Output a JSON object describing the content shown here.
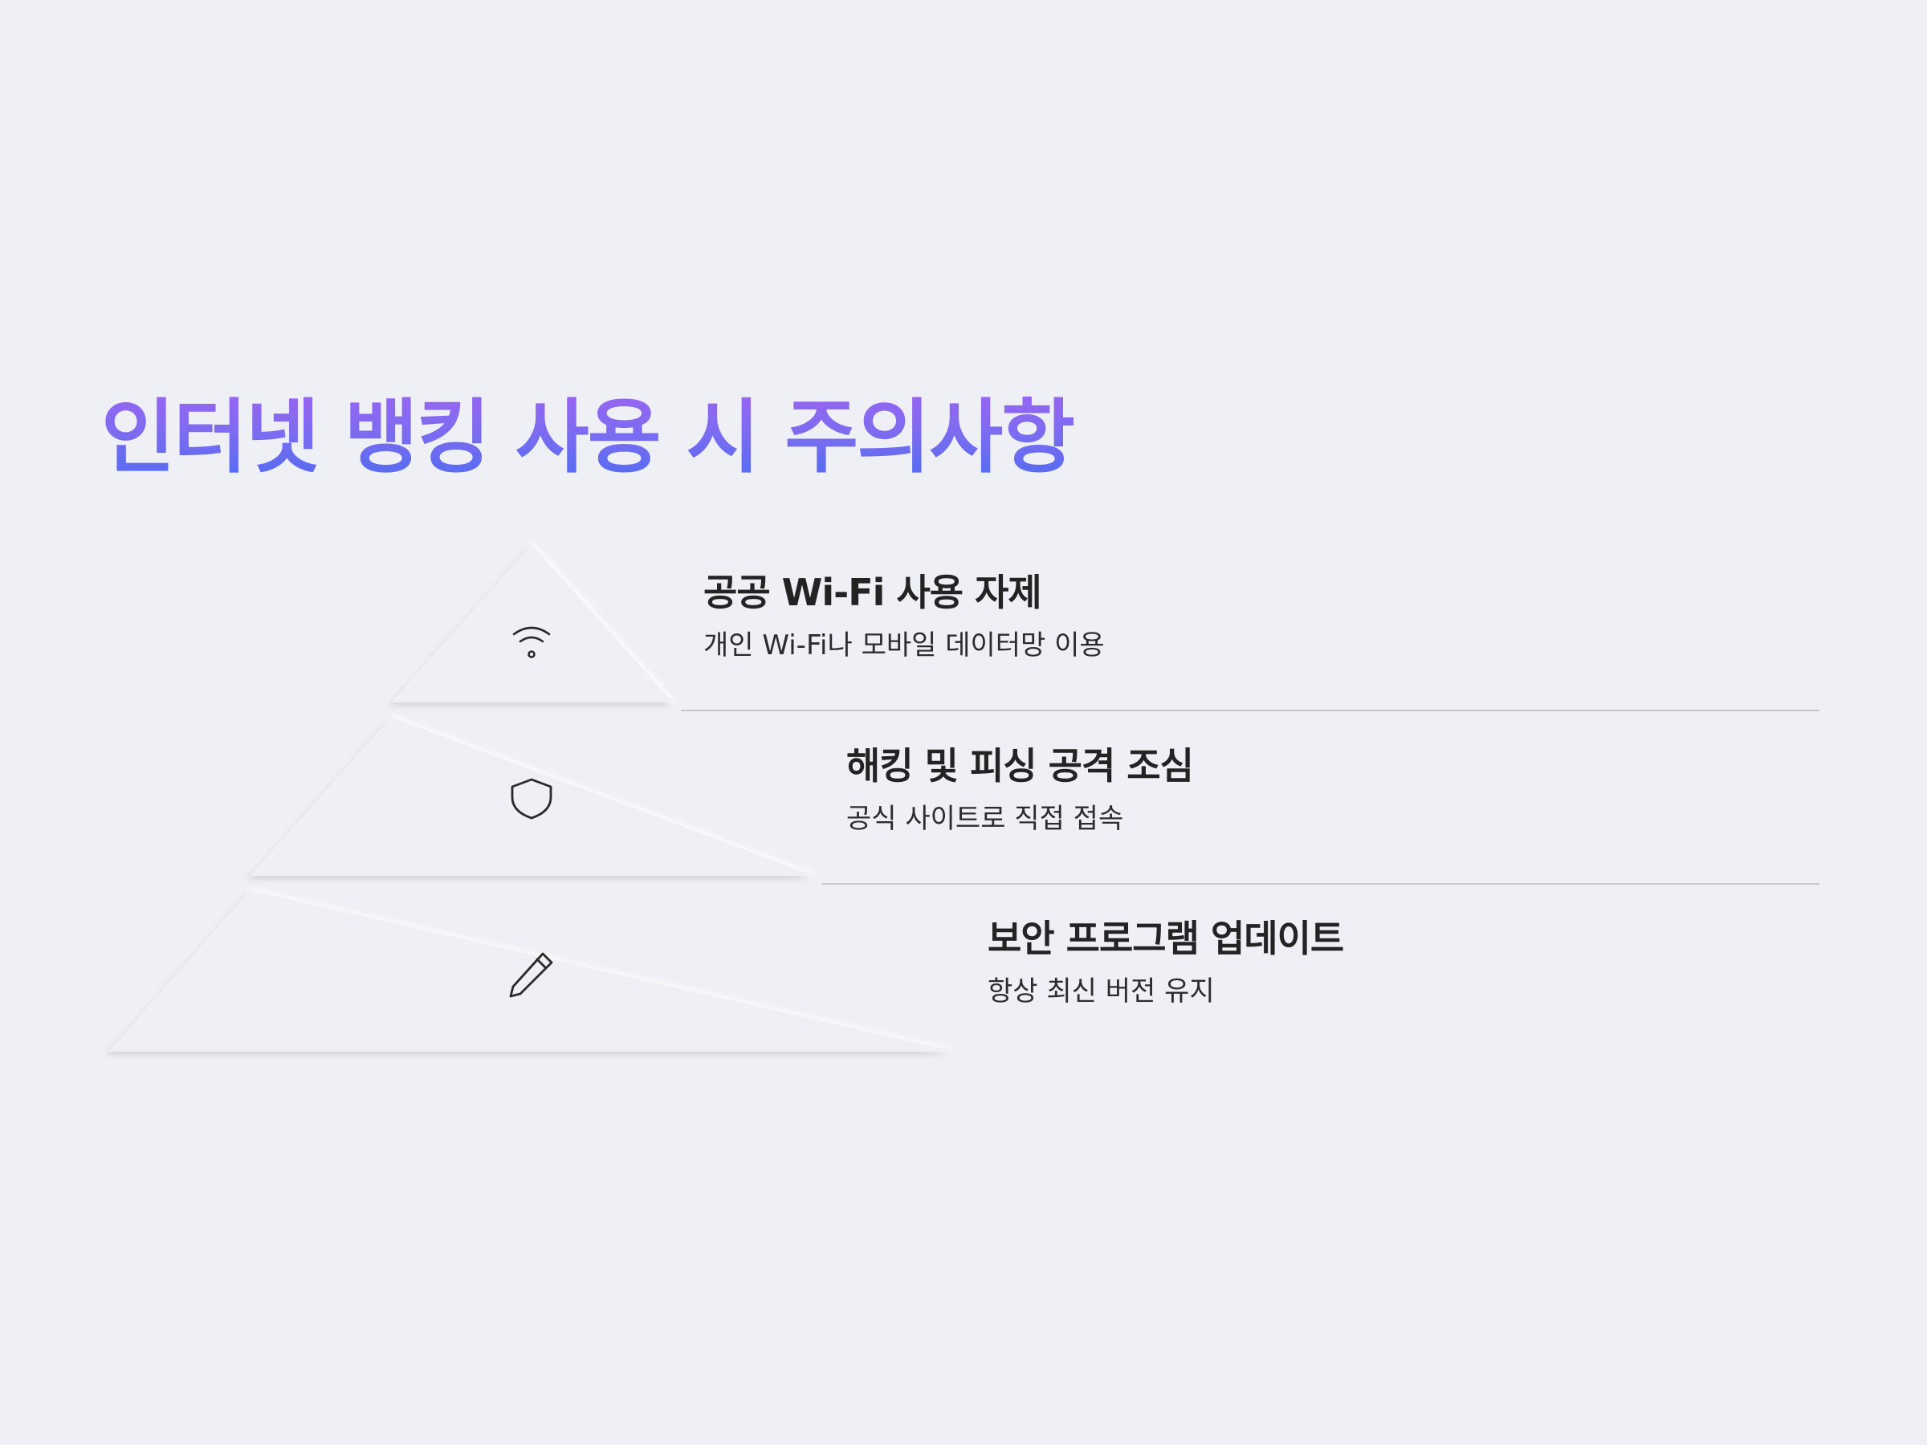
{
  "title": "인터넷 뱅킹 사용 시 주의사항",
  "levels": [
    {
      "icon": "wifi-icon",
      "heading": "공공 Wi-Fi 사용 자제",
      "description": "개인 Wi-Fi나 모바일 데이터망 이용"
    },
    {
      "icon": "shield-icon",
      "heading": "해킹 및 피싱 공격 조심",
      "description": "공식 사이트로 직접 접속"
    },
    {
      "icon": "pencil-icon",
      "heading": "보안 프로그램 업데이트",
      "description": "항상 최신 버전 유지"
    }
  ],
  "colors": {
    "background": "#eff0f5",
    "title_gradient_top": "#9d63f2",
    "title_gradient_bottom": "#4a6df0",
    "text": "#232323",
    "divider": "#c6c7ce"
  }
}
